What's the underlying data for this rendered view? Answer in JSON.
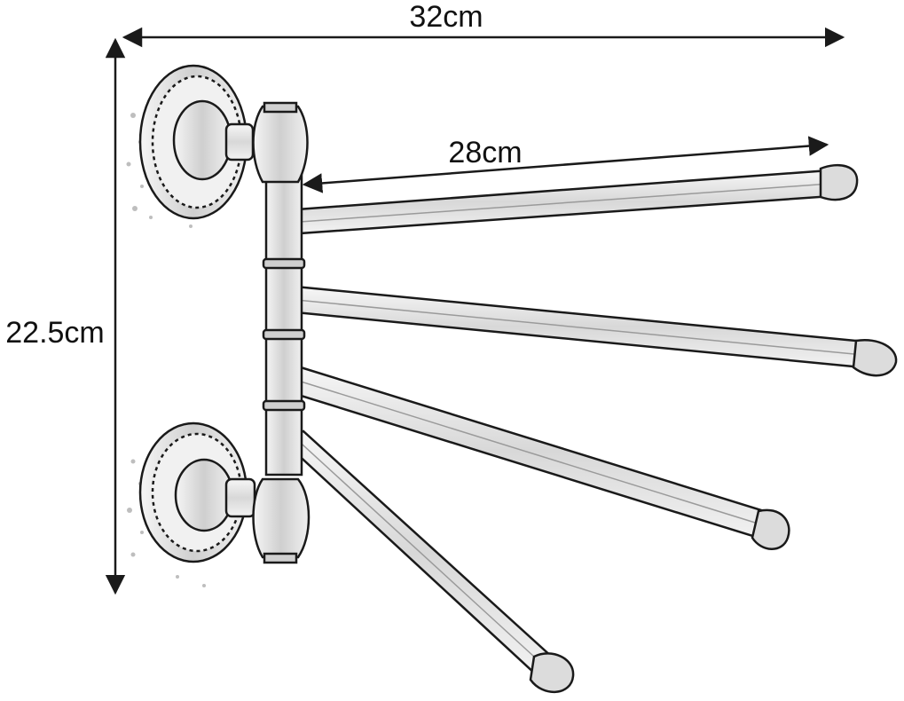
{
  "dimensions": {
    "total_width": "32cm",
    "arm_length": "28cm",
    "height": "22.5cm"
  },
  "colors": {
    "line": "#1a1a1a",
    "metal_fill": "#e9e9e9",
    "metal_shade": "#bdbdbd",
    "background": "#ffffff"
  },
  "product": {
    "arms": 4,
    "wall_mounts": 2
  }
}
